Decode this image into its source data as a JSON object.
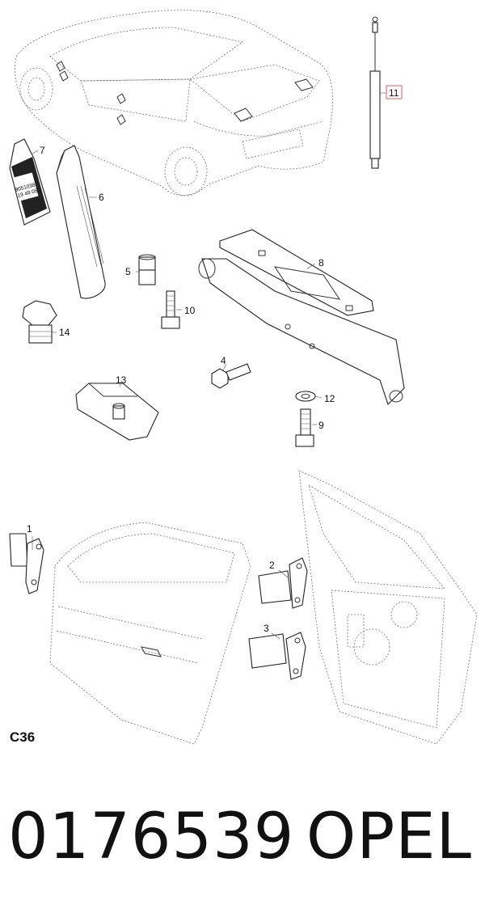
{
  "diagram": {
    "callouts": [
      {
        "id": "1",
        "label": "1"
      },
      {
        "id": "2",
        "label": "2"
      },
      {
        "id": "3",
        "label": "3"
      },
      {
        "id": "4",
        "label": "4"
      },
      {
        "id": "5",
        "label": "5"
      },
      {
        "id": "6",
        "label": "6"
      },
      {
        "id": "7",
        "label": "7"
      },
      {
        "id": "8",
        "label": "8"
      },
      {
        "id": "9",
        "label": "9"
      },
      {
        "id": "10",
        "label": "10"
      },
      {
        "id": "11",
        "label": "11",
        "highlighted": true
      },
      {
        "id": "12",
        "label": "12"
      },
      {
        "id": "13",
        "label": "13"
      },
      {
        "id": "14",
        "label": "14"
      }
    ],
    "tube_print": [
      "9051038",
      "19 48 05"
    ],
    "section_code": "C36",
    "highlight_color": "#e05a6a"
  },
  "footer": {
    "part_number": "0176539",
    "brand": "OPEL"
  }
}
